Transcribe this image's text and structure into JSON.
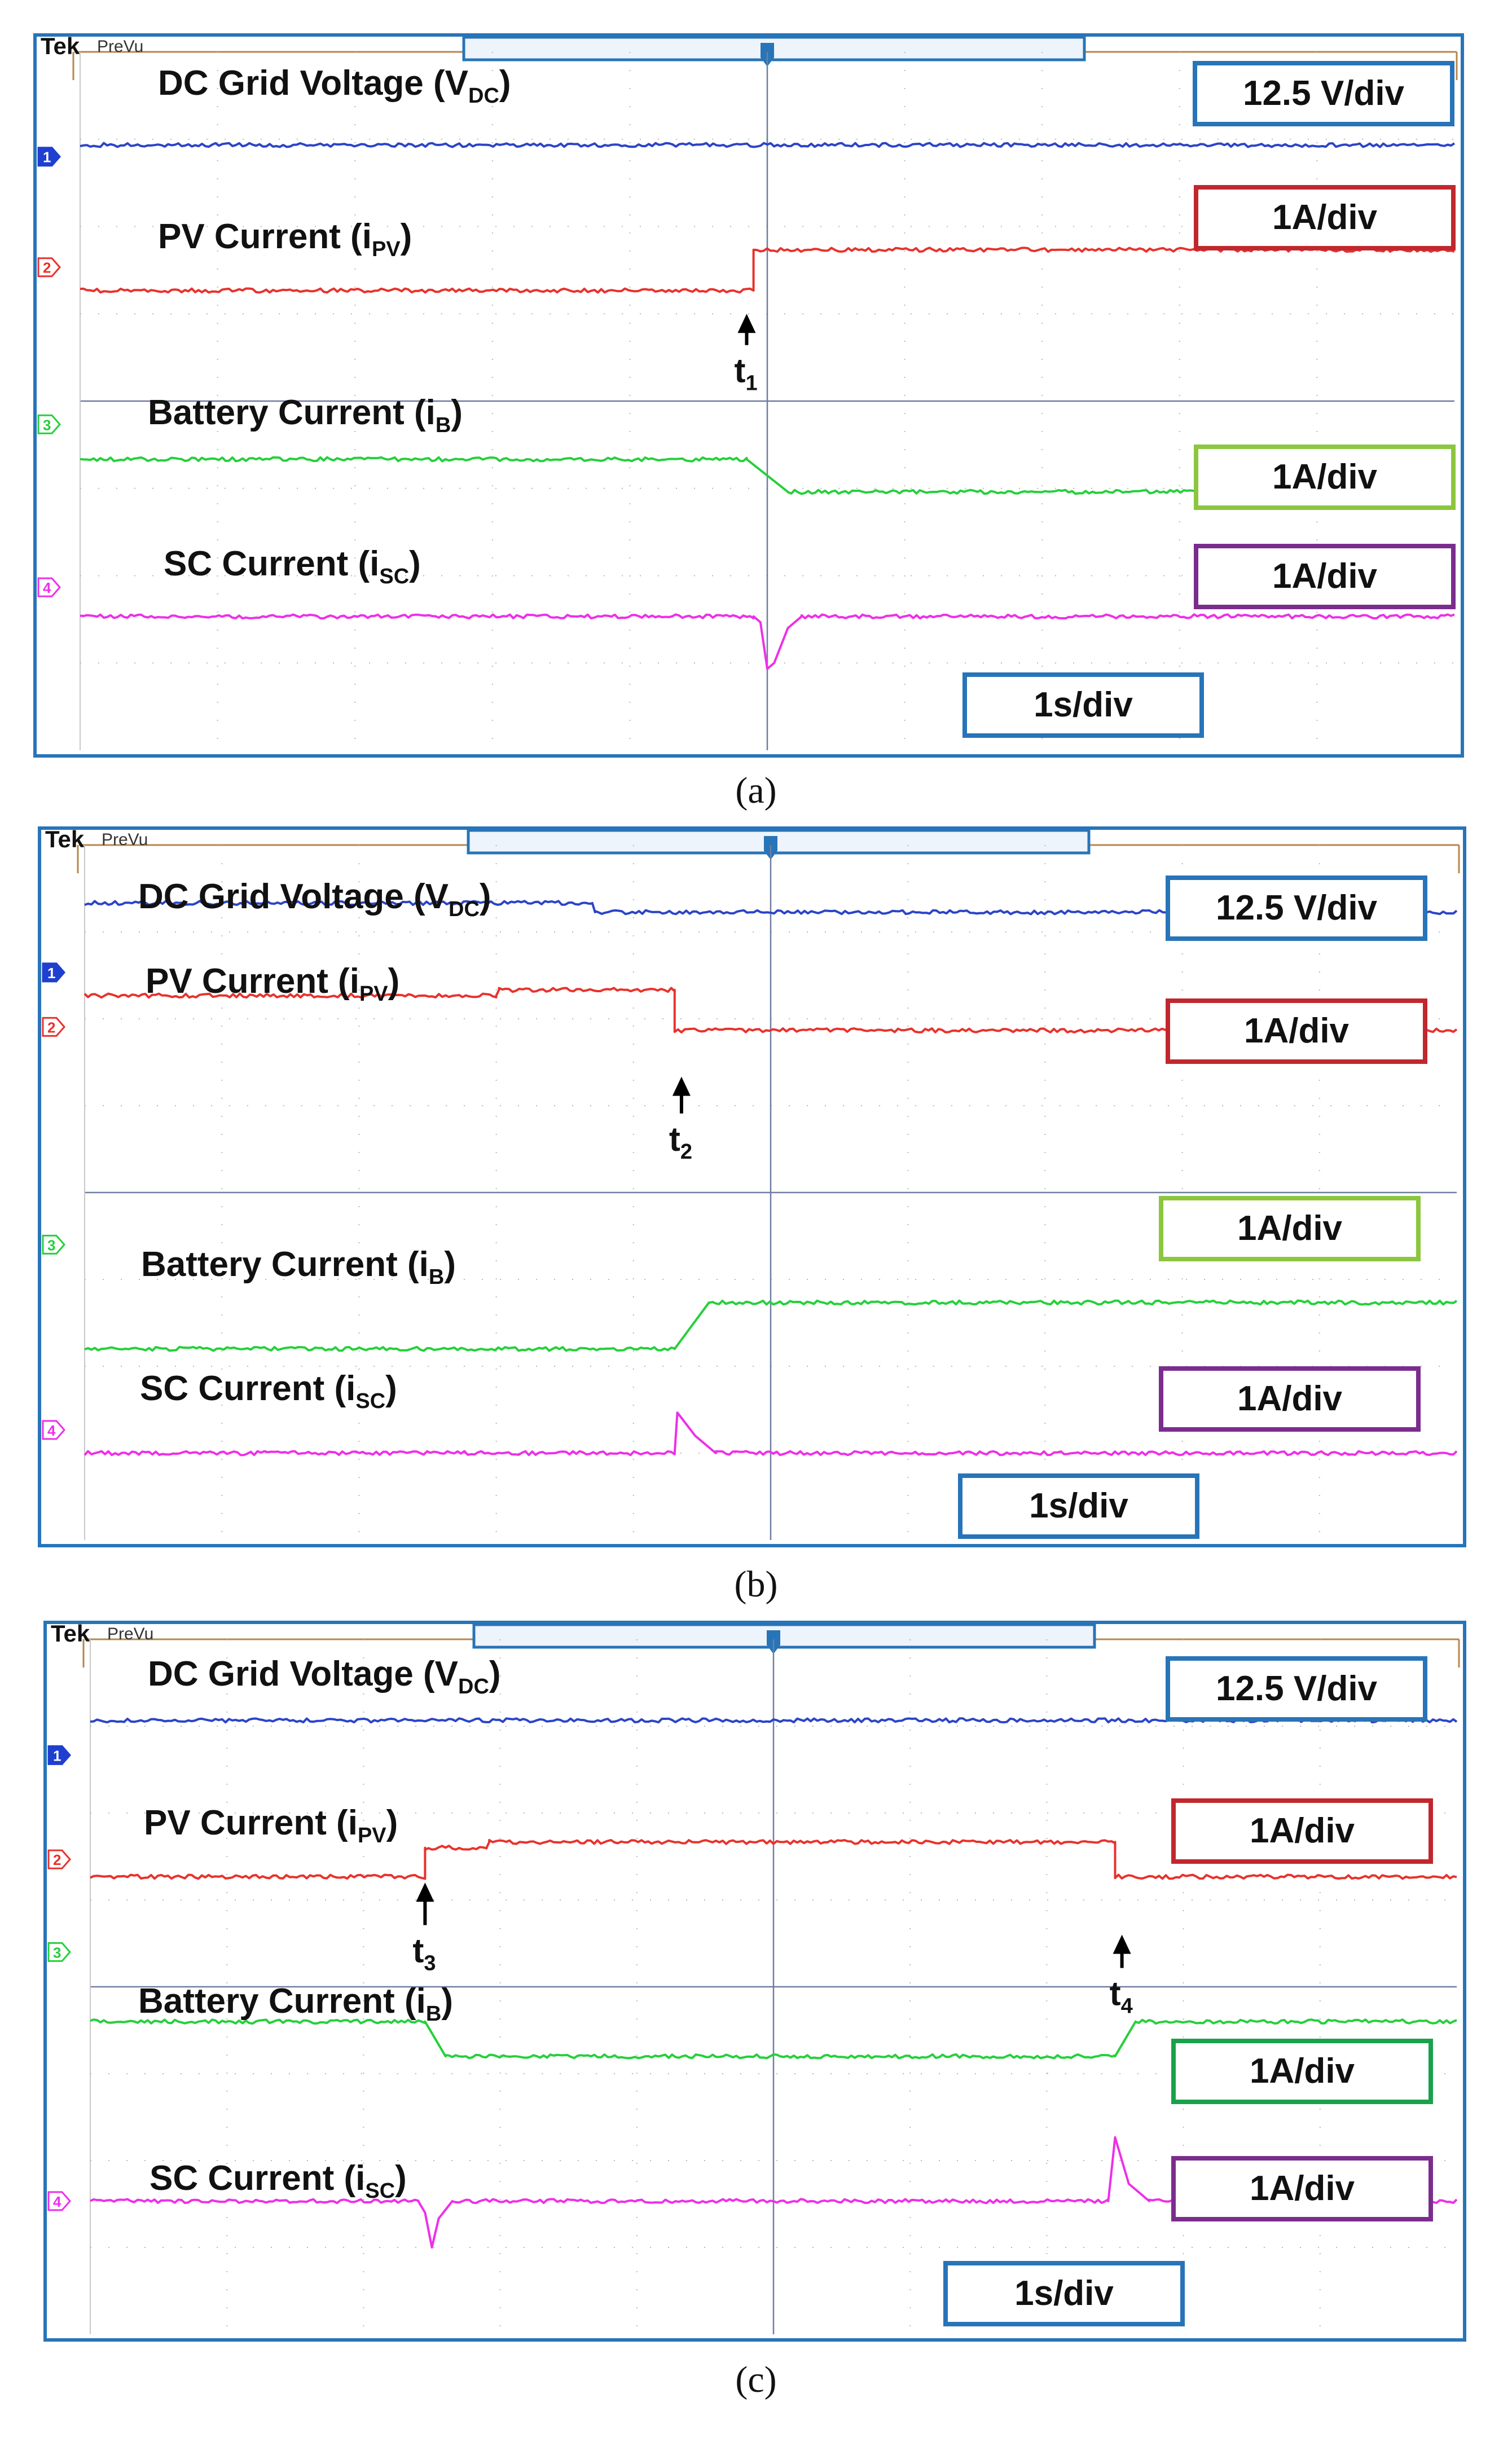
{
  "chart_data": [
    {
      "type": "line",
      "panel_caption": "(a)",
      "brand": "Tek",
      "mode": "PreVu",
      "grid": true,
      "xlim": [
        0,
        10
      ],
      "x_scale": "1s/div",
      "channel_markers": [
        "1",
        "2",
        "3",
        "4"
      ],
      "series": [
        {
          "name": "DC Grid Voltage (V",
          "sub": "DC",
          "tail": ")",
          "color": "#2b44c8",
          "scale": "12.5 V/div",
          "box_color": "#2874b8",
          "points": [
            [
              0,
              0.8
            ],
            [
              10,
              0.8
            ]
          ]
        },
        {
          "name": "PV Current (i",
          "sub": "PV",
          "tail": ")",
          "color": "#e8322c",
          "scale": "1A/div",
          "box_color": "#c0282e",
          "points": [
            [
              0,
              2.05
            ],
            [
              4.9,
              2.05
            ],
            [
              4.9,
              1.7
            ],
            [
              10,
              1.7
            ]
          ]
        },
        {
          "name": "Battery Current (i",
          "sub": "B",
          "tail": ")",
          "color": "#25d03a",
          "scale": "1A/div",
          "box_color": "#8cc63f",
          "points": [
            [
              0,
              3.5
            ],
            [
              4.85,
              3.5
            ],
            [
              5.15,
              3.78
            ],
            [
              10,
              3.78
            ]
          ]
        },
        {
          "name": "SC Current (i",
          "sub": "SC",
          "tail": ")",
          "color": "#ee2fe8",
          "scale": "1A/div",
          "box_color": "#7b2d8e",
          "points": [
            [
              0,
              4.85
            ],
            [
              4.9,
              4.85
            ],
            [
              4.95,
              4.9
            ],
            [
              5.0,
              5.3
            ],
            [
              5.05,
              5.25
            ],
            [
              5.15,
              4.95
            ],
            [
              5.25,
              4.85
            ],
            [
              10,
              4.85
            ]
          ]
        }
      ],
      "annotations": [
        {
          "label": "t",
          "sub": "1",
          "x": 4.85,
          "y": 2.8,
          "arrow_top": 2.25
        }
      ]
    },
    {
      "type": "line",
      "panel_caption": "(b)",
      "brand": "Tek",
      "mode": "PreVu",
      "grid": true,
      "xlim": [
        0,
        10
      ],
      "x_scale": "1s/div",
      "channel_markers": [
        "1",
        "2",
        "3",
        "4"
      ],
      "series": [
        {
          "name": "DC Grid Voltage (V",
          "sub": "DC",
          "tail": ")",
          "color": "#2b44c8",
          "scale": "12.5 V/div",
          "box_color": "#2874b8",
          "points": [
            [
              0,
              0.5
            ],
            [
              3.7,
              0.5
            ],
            [
              3.72,
              0.58
            ],
            [
              10,
              0.58
            ]
          ]
        },
        {
          "name": "PV Current (i",
          "sub": "PV",
          "tail": ")",
          "color": "#e8322c",
          "scale": "1A/div",
          "box_color": "#c0282e",
          "points": [
            [
              0,
              1.3
            ],
            [
              3.0,
              1.3
            ],
            [
              3.02,
              1.25
            ],
            [
              4.3,
              1.25
            ],
            [
              4.3,
              1.6
            ],
            [
              10,
              1.6
            ]
          ]
        },
        {
          "name": "Battery Current (i",
          "sub": "B",
          "tail": ")",
          "color": "#25d03a",
          "scale": "1A/div",
          "box_color": "#8cc63f",
          "points": [
            [
              0,
              4.35
            ],
            [
              4.3,
              4.35
            ],
            [
              4.55,
              3.95
            ],
            [
              10,
              3.95
            ]
          ]
        },
        {
          "name": "SC Current (i",
          "sub": "SC",
          "tail": ")",
          "color": "#ee2fe8",
          "scale": "1A/div",
          "box_color": "#7b2d8e",
          "points": [
            [
              0,
              5.25
            ],
            [
              4.3,
              5.25
            ],
            [
              4.32,
              4.9
            ],
            [
              4.45,
              5.1
            ],
            [
              4.6,
              5.25
            ],
            [
              10,
              5.25
            ]
          ]
        }
      ],
      "annotations": [
        {
          "label": "t",
          "sub": "2",
          "x": 4.35,
          "y": 2.6,
          "arrow_top": 2.0
        }
      ]
    },
    {
      "type": "line",
      "panel_caption": "(c)",
      "brand": "Tek",
      "mode": "PreVu",
      "grid": true,
      "xlim": [
        0,
        10
      ],
      "x_scale": "1s/div",
      "channel_markers": [
        "1",
        "2",
        "3",
        "4"
      ],
      "series": [
        {
          "name": "DC Grid Voltage (V",
          "sub": "DC",
          "tail": ")",
          "color": "#2b44c8",
          "scale": "12.5 V/div",
          "box_color": "#2874b8",
          "points": [
            [
              0,
              0.7
            ],
            [
              10,
              0.7
            ]
          ]
        },
        {
          "name": "PV Current (i",
          "sub": "PV",
          "tail": ")",
          "color": "#e8322c",
          "scale": "1A/div",
          "box_color": "#c0282e",
          "points": [
            [
              0,
              2.05
            ],
            [
              2.45,
              2.05
            ],
            [
              2.45,
              1.8
            ],
            [
              2.9,
              1.8
            ],
            [
              2.92,
              1.75
            ],
            [
              7.5,
              1.75
            ],
            [
              7.5,
              2.05
            ],
            [
              10,
              2.05
            ]
          ]
        },
        {
          "name": "Battery Current (i",
          "sub": "B",
          "tail": ")",
          "color": "#25d03a",
          "scale": "1A/div",
          "box_color": "#1aa14b",
          "points": [
            [
              0,
              3.3
            ],
            [
              2.45,
              3.3
            ],
            [
              2.6,
              3.6
            ],
            [
              7.5,
              3.6
            ],
            [
              7.65,
              3.3
            ],
            [
              10,
              3.3
            ]
          ]
        },
        {
          "name": "SC Current (i",
          "sub": "SC",
          "tail": ")",
          "color": "#ee2fe8",
          "scale": "1A/div",
          "box_color": "#7b2d8e",
          "points": [
            [
              0,
              4.85
            ],
            [
              2.4,
              4.85
            ],
            [
              2.45,
              4.95
            ],
            [
              2.5,
              5.25
            ],
            [
              2.55,
              5.0
            ],
            [
              2.65,
              4.85
            ],
            [
              7.45,
              4.85
            ],
            [
              7.5,
              4.3
            ],
            [
              7.6,
              4.7
            ],
            [
              7.75,
              4.85
            ],
            [
              10,
              4.85
            ]
          ]
        }
      ],
      "annotations": [
        {
          "label": "t",
          "sub": "3",
          "x": 2.45,
          "y": 2.75,
          "arrow_top": 2.1
        },
        {
          "label": "t",
          "sub": "4",
          "x": 7.55,
          "y": 3.12,
          "arrow_top": 2.55
        }
      ]
    }
  ]
}
